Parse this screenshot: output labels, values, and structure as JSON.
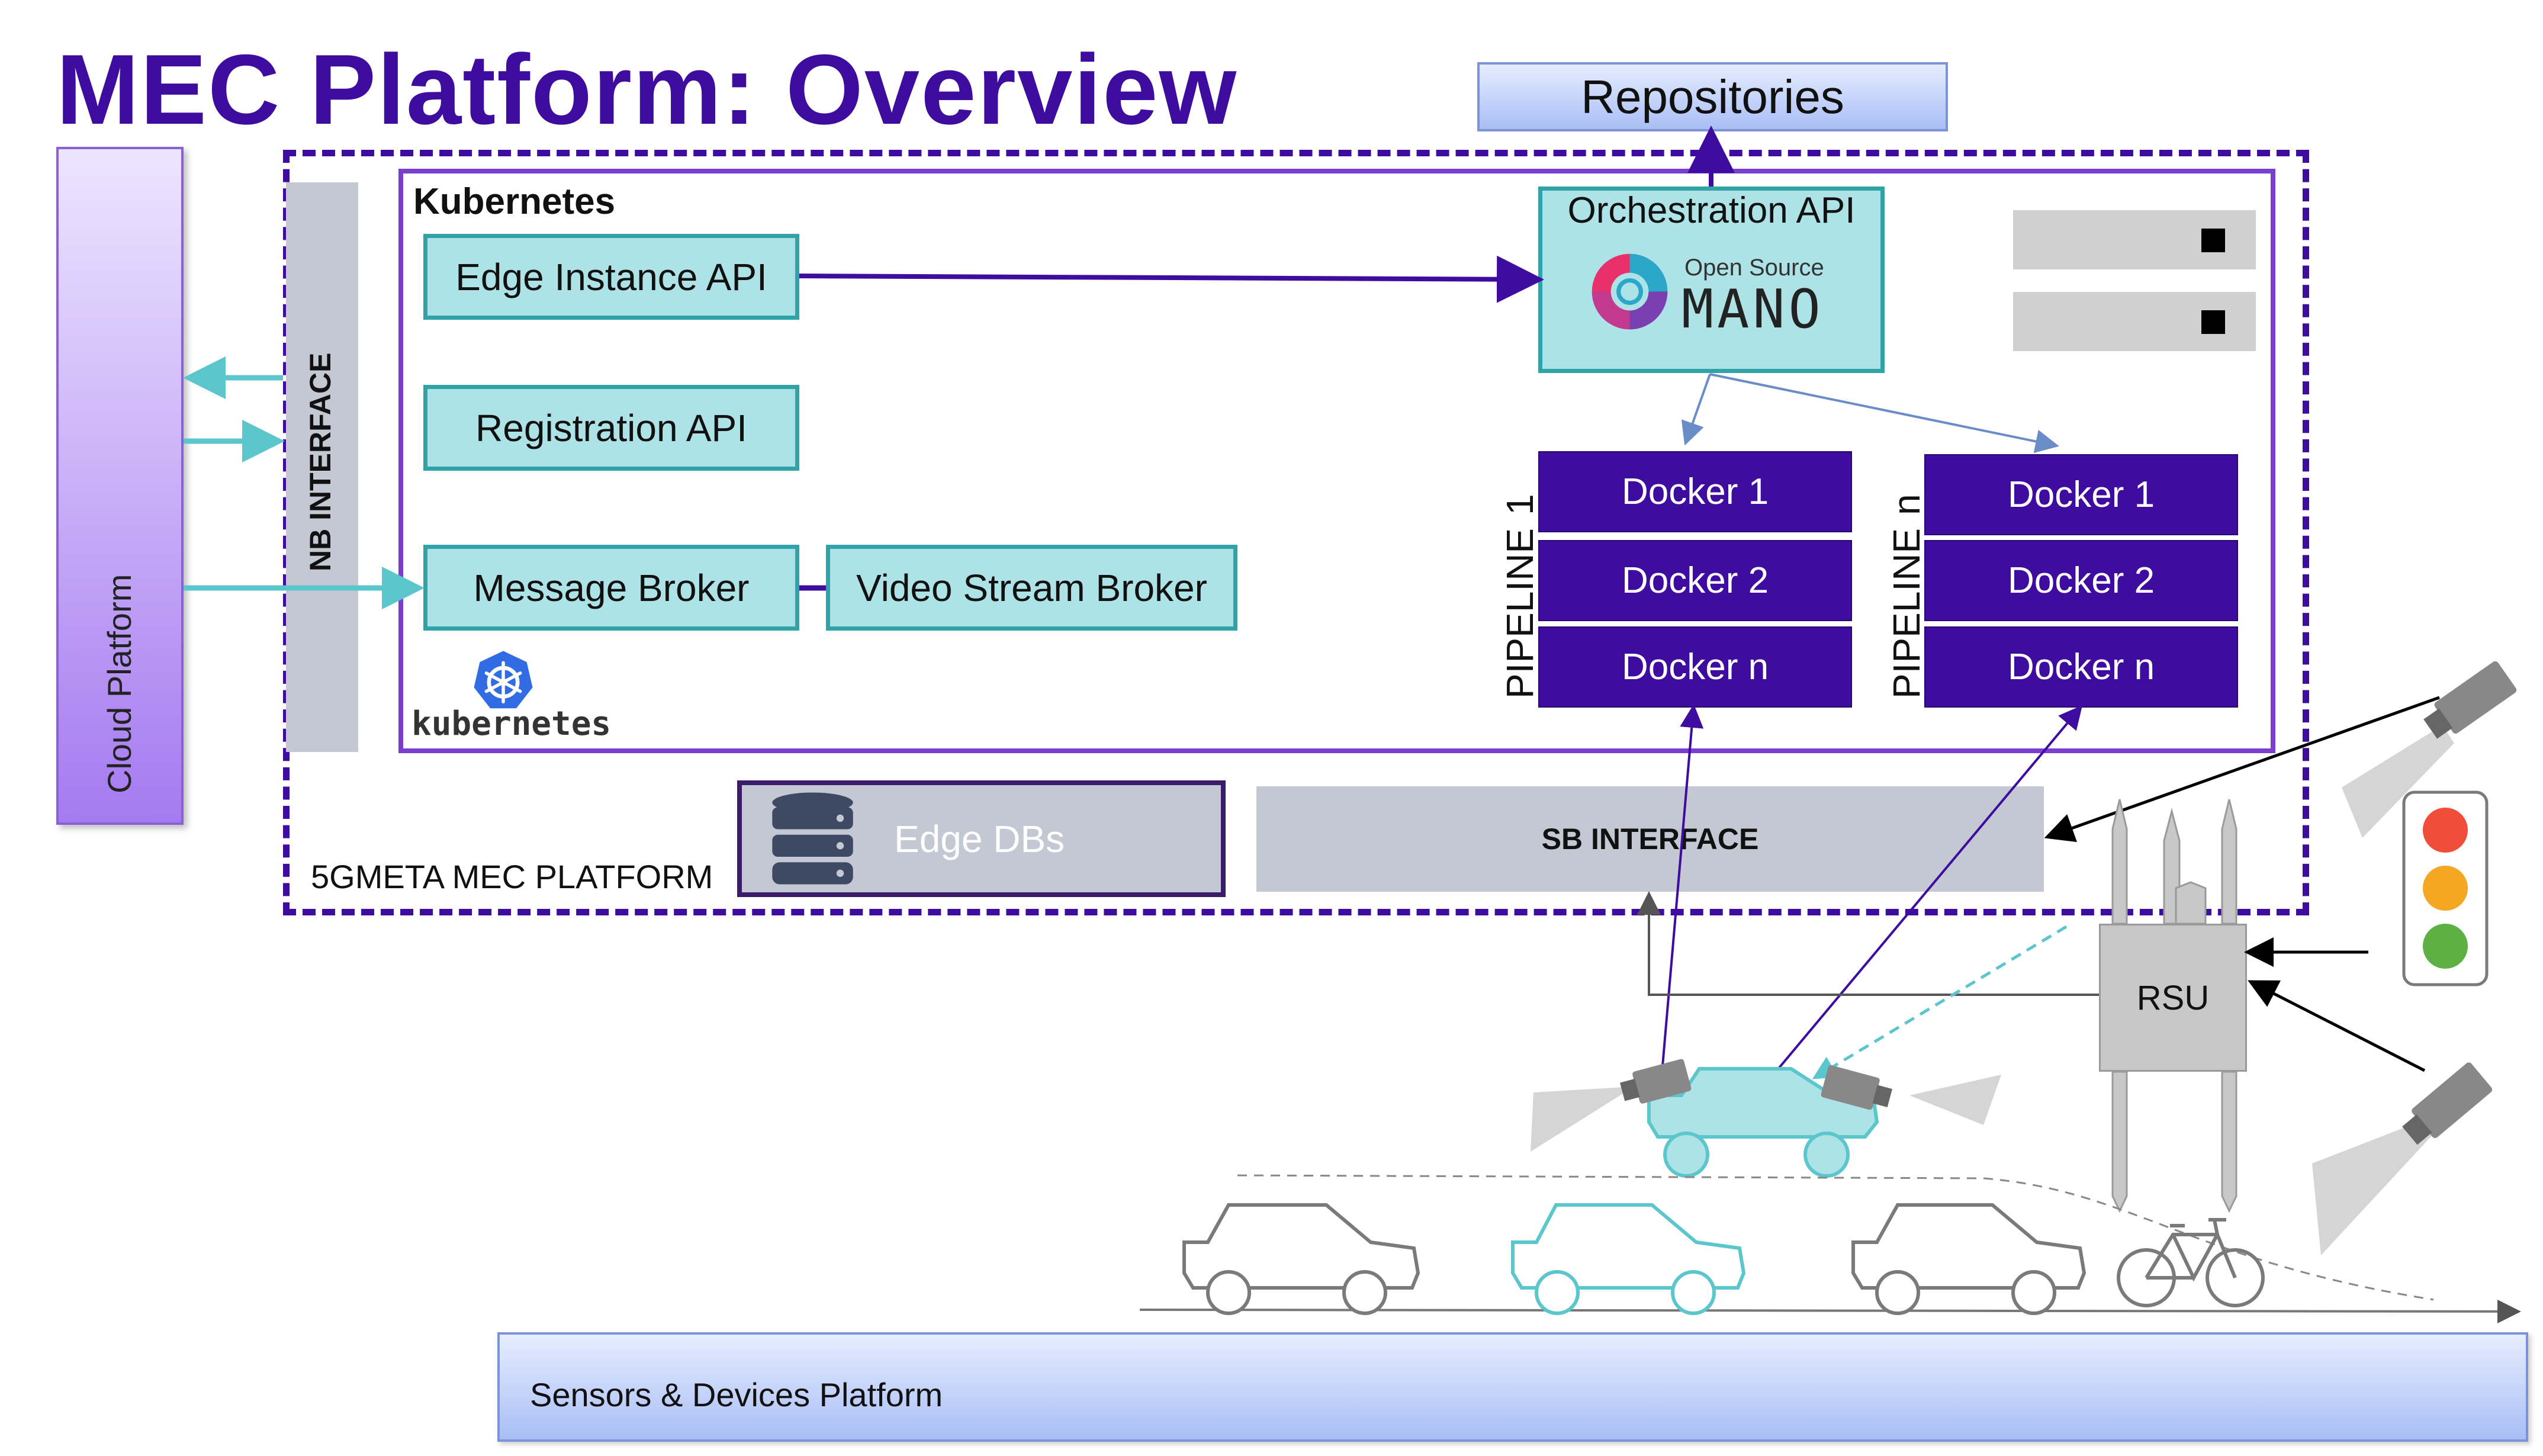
{
  "title": "MEC Platform: Overview",
  "cloud_platform": {
    "label": "Cloud Platform"
  },
  "repositories": {
    "label": "Repositories"
  },
  "mec_platform": {
    "label": "5GMETA MEC PLATFORM"
  },
  "nb_interface": {
    "label": "NB INTERFACE"
  },
  "kubernetes": {
    "label": "Kubernetes",
    "logo_text": "kubernetes",
    "components": {
      "edge_instance_api": "Edge Instance API",
      "registration_api": "Registration API",
      "message_broker": "Message Broker",
      "video_stream_broker": "Video Stream Broker"
    }
  },
  "orchestration": {
    "label": "Orchestration API",
    "logo_small": "Open Source",
    "logo_big": "MANO"
  },
  "pipelines": [
    {
      "label": "PIPELINE",
      "index": "1",
      "dockers": [
        "Docker 1",
        "Docker 2",
        "Docker n"
      ]
    },
    {
      "label": "PIPELINE",
      "index": "n",
      "dockers": [
        "Docker 1",
        "Docker 2",
        "Docker n"
      ]
    }
  ],
  "edge_dbs": {
    "label": "Edge DBs"
  },
  "sb_interface": {
    "label": "SB INTERFACE"
  },
  "rsu": {
    "label": "RSU"
  },
  "sensors_platform": {
    "label": "Sensors & Devices Platform"
  },
  "colors": {
    "title": "#3F0CA0",
    "purple_border": "#7B3FD0",
    "teal_fill": "#ADE3E6",
    "teal_border": "#2FA3A8",
    "docker_fill": "#3F0CA0",
    "gray_fill": "#C4C8D3"
  }
}
